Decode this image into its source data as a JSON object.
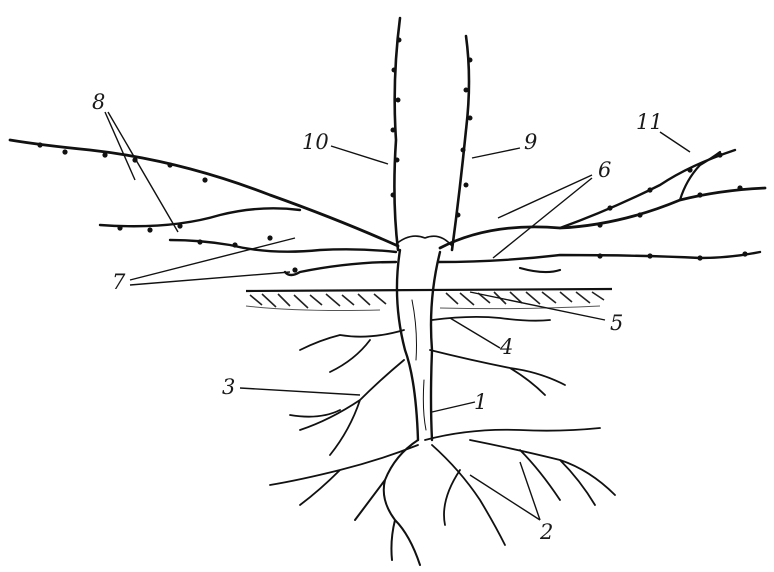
{
  "diagram": {
    "labels": [
      {
        "id": "l1",
        "text": "1"
      },
      {
        "id": "l2",
        "text": "2"
      },
      {
        "id": "l3",
        "text": "3"
      },
      {
        "id": "l4",
        "text": "4"
      },
      {
        "id": "l5",
        "text": "5"
      },
      {
        "id": "l6",
        "text": "6"
      },
      {
        "id": "l7",
        "text": "7"
      },
      {
        "id": "l8",
        "text": "8"
      },
      {
        "id": "l9",
        "text": "9"
      },
      {
        "id": "l10",
        "text": "10"
      },
      {
        "id": "l11",
        "text": "11"
      }
    ]
  },
  "colors": {
    "ink": "#111111",
    "background": "#ffffff"
  }
}
